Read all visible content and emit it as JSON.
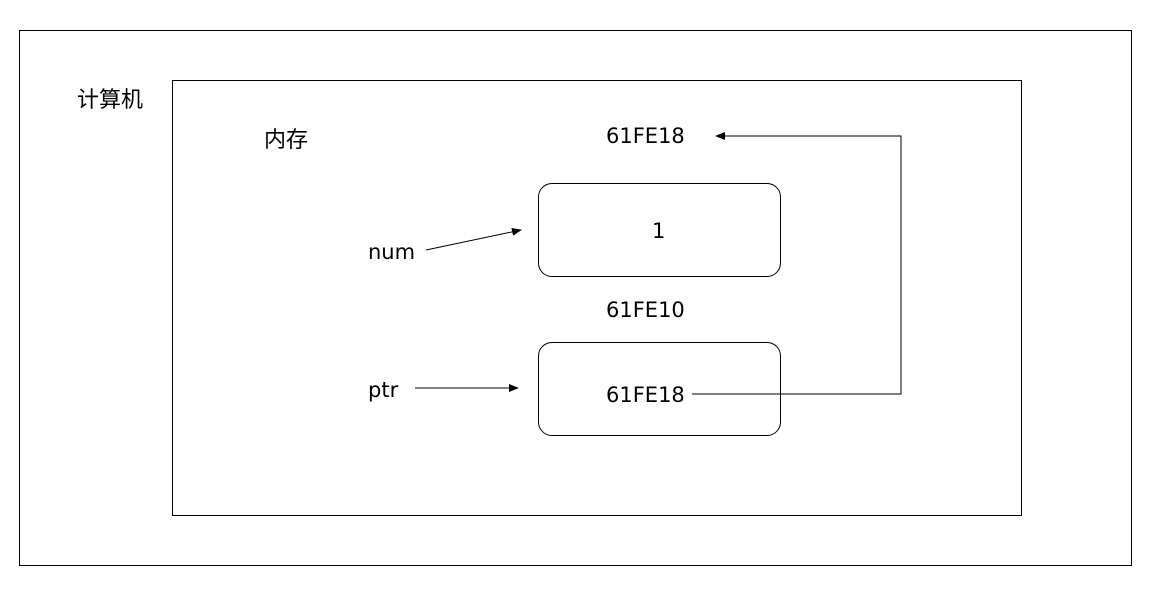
{
  "computer": {
    "label": "计算机"
  },
  "memory": {
    "label": "内存",
    "cells": [
      {
        "variable": "num",
        "address": "61FE18",
        "value": "1"
      },
      {
        "variable": "ptr",
        "address": "61FE10",
        "value": "61FE18"
      }
    ]
  }
}
